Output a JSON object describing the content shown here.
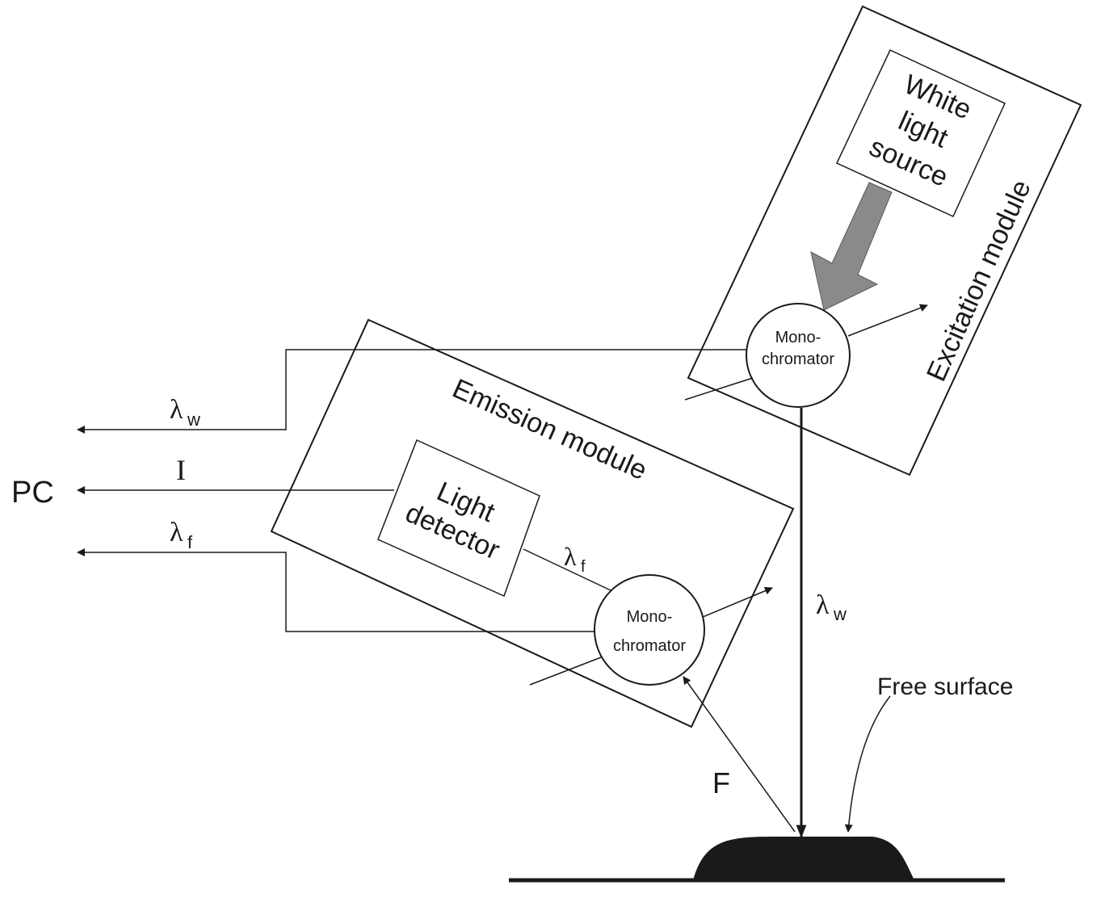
{
  "labels": {
    "white_light_1": "White",
    "white_light_2": "light",
    "white_light_3": "source",
    "excitation_module": "Excitation module",
    "emission_module": "Emission module",
    "mono_top_1": "Mono-",
    "mono_top_2": "chromator",
    "mono_bottom_1": "Mono-",
    "mono_bottom_2": "chromator",
    "light_detector_1": "Light",
    "light_detector_2": "detector",
    "pc": "PC",
    "lambda_w_left": "λ",
    "lambda_w_left_sub": "w",
    "intensity": "I",
    "lambda_f_left": "λ",
    "lambda_f_left_sub": "f",
    "lambda_f_inner": "λ",
    "lambda_f_inner_sub": "f",
    "lambda_w_beam": "λ",
    "lambda_w_beam_sub": "w",
    "fluorescence": "F",
    "free_surface": "Free surface"
  },
  "colors": {
    "line": "#1a1a1a",
    "thick_arrow": "#8a8a8a",
    "sample": "#1a1a1a"
  }
}
